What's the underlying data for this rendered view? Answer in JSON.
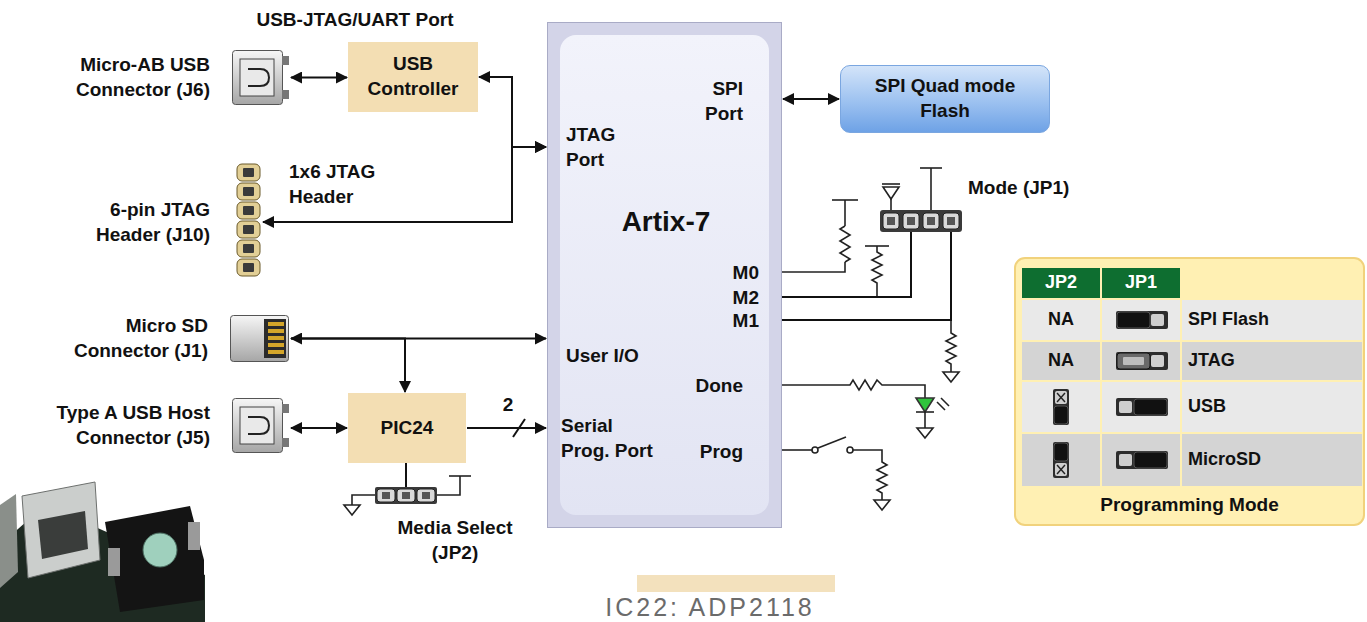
{
  "diagram": {
    "nodes": [
      {
        "text": [
          "USB-JTAG/UART Port",
          "USB Controller"
        ]
      },
      {
        "text": [
          "Micro-AB USB Connector (J6)"
        ]
      },
      {
        "text": [
          "6-pin JTAG Header (J10)",
          "1x6 JTAG Header"
        ]
      },
      {
        "text": [
          "Artix-7",
          "SPI Port",
          "JTAG Port",
          "M0",
          "M2",
          "M1",
          "User I/O",
          "Done",
          "Serial Prog. Port",
          "Prog"
        ]
      },
      {
        "text": [
          "SPI Quad mode Flash"
        ]
      },
      {
        "text": [
          "Mode (JP1)"
        ]
      },
      {
        "text": [
          "Micro SD Connector (J1)"
        ]
      },
      {
        "text": [
          "Type A USB Host Connector (J5)"
        ]
      },
      {
        "text": [
          "PIC24"
        ]
      },
      {
        "text": [
          "Media Select (JP2)"
        ]
      }
    ],
    "edges": [
      {
        "from": 1,
        "to": 0,
        "arrow": "both"
      },
      {
        "from": 0,
        "to": 3,
        "arrow": "both"
      },
      {
        "from": 2,
        "to": 3,
        "arrow": "both"
      },
      {
        "from": 3,
        "to": 4,
        "arrow": "both"
      },
      {
        "from": 5,
        "to": 3,
        "arrow": "none"
      },
      {
        "from": 5,
        "to": 3,
        "arrow": "none"
      },
      {
        "from": 6,
        "to": 3,
        "arrow": "both"
      },
      {
        "from": 6,
        "to": 8,
        "arrow": "to"
      },
      {
        "from": 7,
        "to": 8,
        "arrow": "both"
      },
      {
        "from": 8,
        "to": 3,
        "label": "2",
        "arrow": "to"
      },
      {
        "from": 9,
        "to": 8,
        "arrow": "none"
      }
    ],
    "labels": [
      "JP2",
      "JP1",
      "NA",
      "SPI Flash",
      "NA",
      "JTAG",
      "USB",
      "MicroSD",
      "Programming Mode",
      "IC22: ADP2118"
    ]
  }
}
